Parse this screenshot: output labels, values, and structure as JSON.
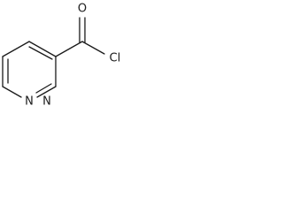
{
  "molecule": {
    "atoms": {
      "oxygen": "O",
      "chlorine": "Cl",
      "nitrogen_1": "N",
      "nitrogen_2": "N"
    }
  },
  "colors": {
    "bond": "#1a1a1a",
    "background": "#ffffff"
  }
}
